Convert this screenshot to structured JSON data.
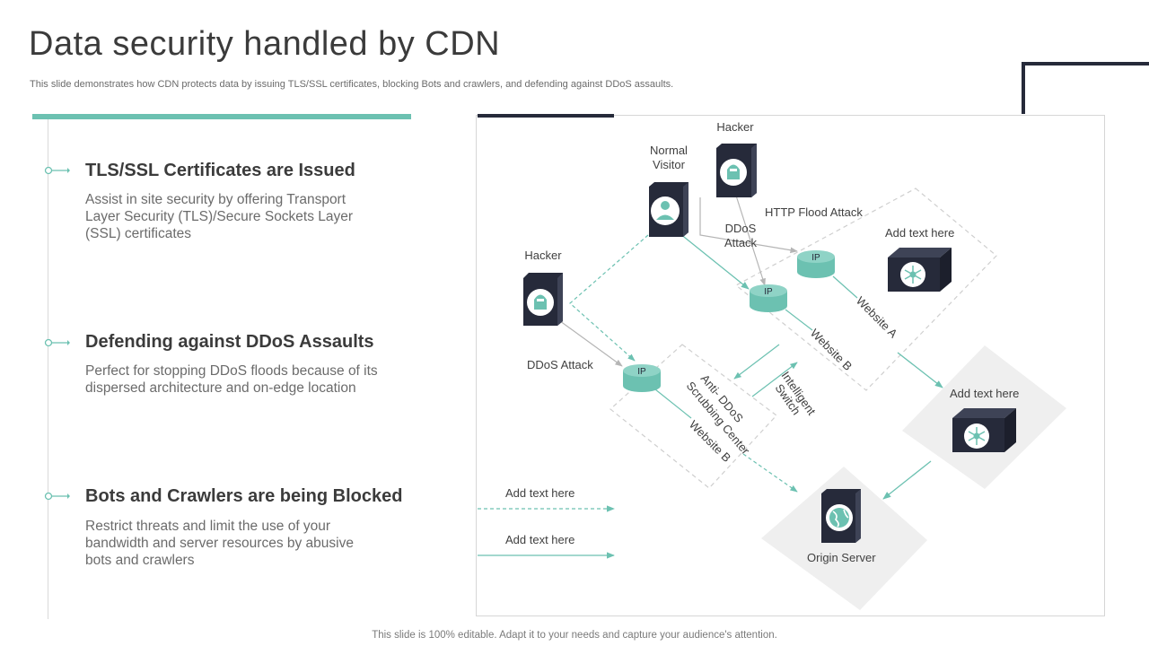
{
  "header": {
    "title": "Data security handled by CDN",
    "subtitle": "This slide demonstrates how CDN protects data by issuing TLS/SSL certificates, blocking Bots and crawlers, and defending against DDoS assaults."
  },
  "items": [
    {
      "title": "TLS/SSL Certificates are Issued",
      "desc": "Assist in site security by offering Transport Layer Security (TLS)/Secure Sockets Layer (SSL) certificates"
    },
    {
      "title": "Defending against DDoS Assaults",
      "desc": "Perfect for stopping DDoS floods because of its dispersed architecture and on-edge location"
    },
    {
      "title": "Bots and Crawlers are being Blocked",
      "desc": "Restrict threats and limit the use of your bandwidth and server resources by abusive bots and crawlers"
    }
  ],
  "diagram": {
    "hacker_top": "Hacker",
    "normal_visitor_1": "Normal",
    "normal_visitor_2": "Visitor",
    "hacker_left": "Hacker",
    "ddos_attack_top_1": "DDoS",
    "ddos_attack_top_2": "Attack",
    "http_flood": "HTTP  Flood Attack",
    "ddos_attack_left": "DDoS  Attack",
    "add_text_1": "Add text here",
    "add_text_2": "Add text here",
    "website_a": "Website A",
    "website_b_1": "Website B",
    "website_b_2": "Website B",
    "scrubbing_1": "Anti- DDoS",
    "scrubbing_2": "Scrubbing Center",
    "switch_1": "Intelligent",
    "switch_2": "Switch",
    "origin_server": "Origin Server",
    "legend_dashed": "Add text here",
    "legend_solid": "Add text here",
    "ip_label": "IP"
  },
  "footer": "This slide is 100% editable. Adapt it to your needs and capture your audience's attention.",
  "colors": {
    "teal": "#6cc1b1",
    "dark": "#262a3a",
    "text": "#404040"
  }
}
